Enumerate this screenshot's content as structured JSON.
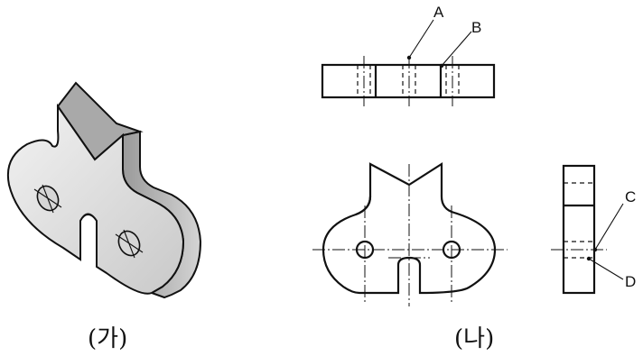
{
  "figure": {
    "iso_caption": "(가)",
    "ortho_caption": "(나)",
    "labels": {
      "a": "A",
      "b": "B",
      "c": "C",
      "d": "D"
    },
    "colors": {
      "line": "#111111",
      "face_light": "#e6e6e6",
      "face_mid": "#bdbdbd",
      "face_dark": "#8f8f8f"
    }
  }
}
